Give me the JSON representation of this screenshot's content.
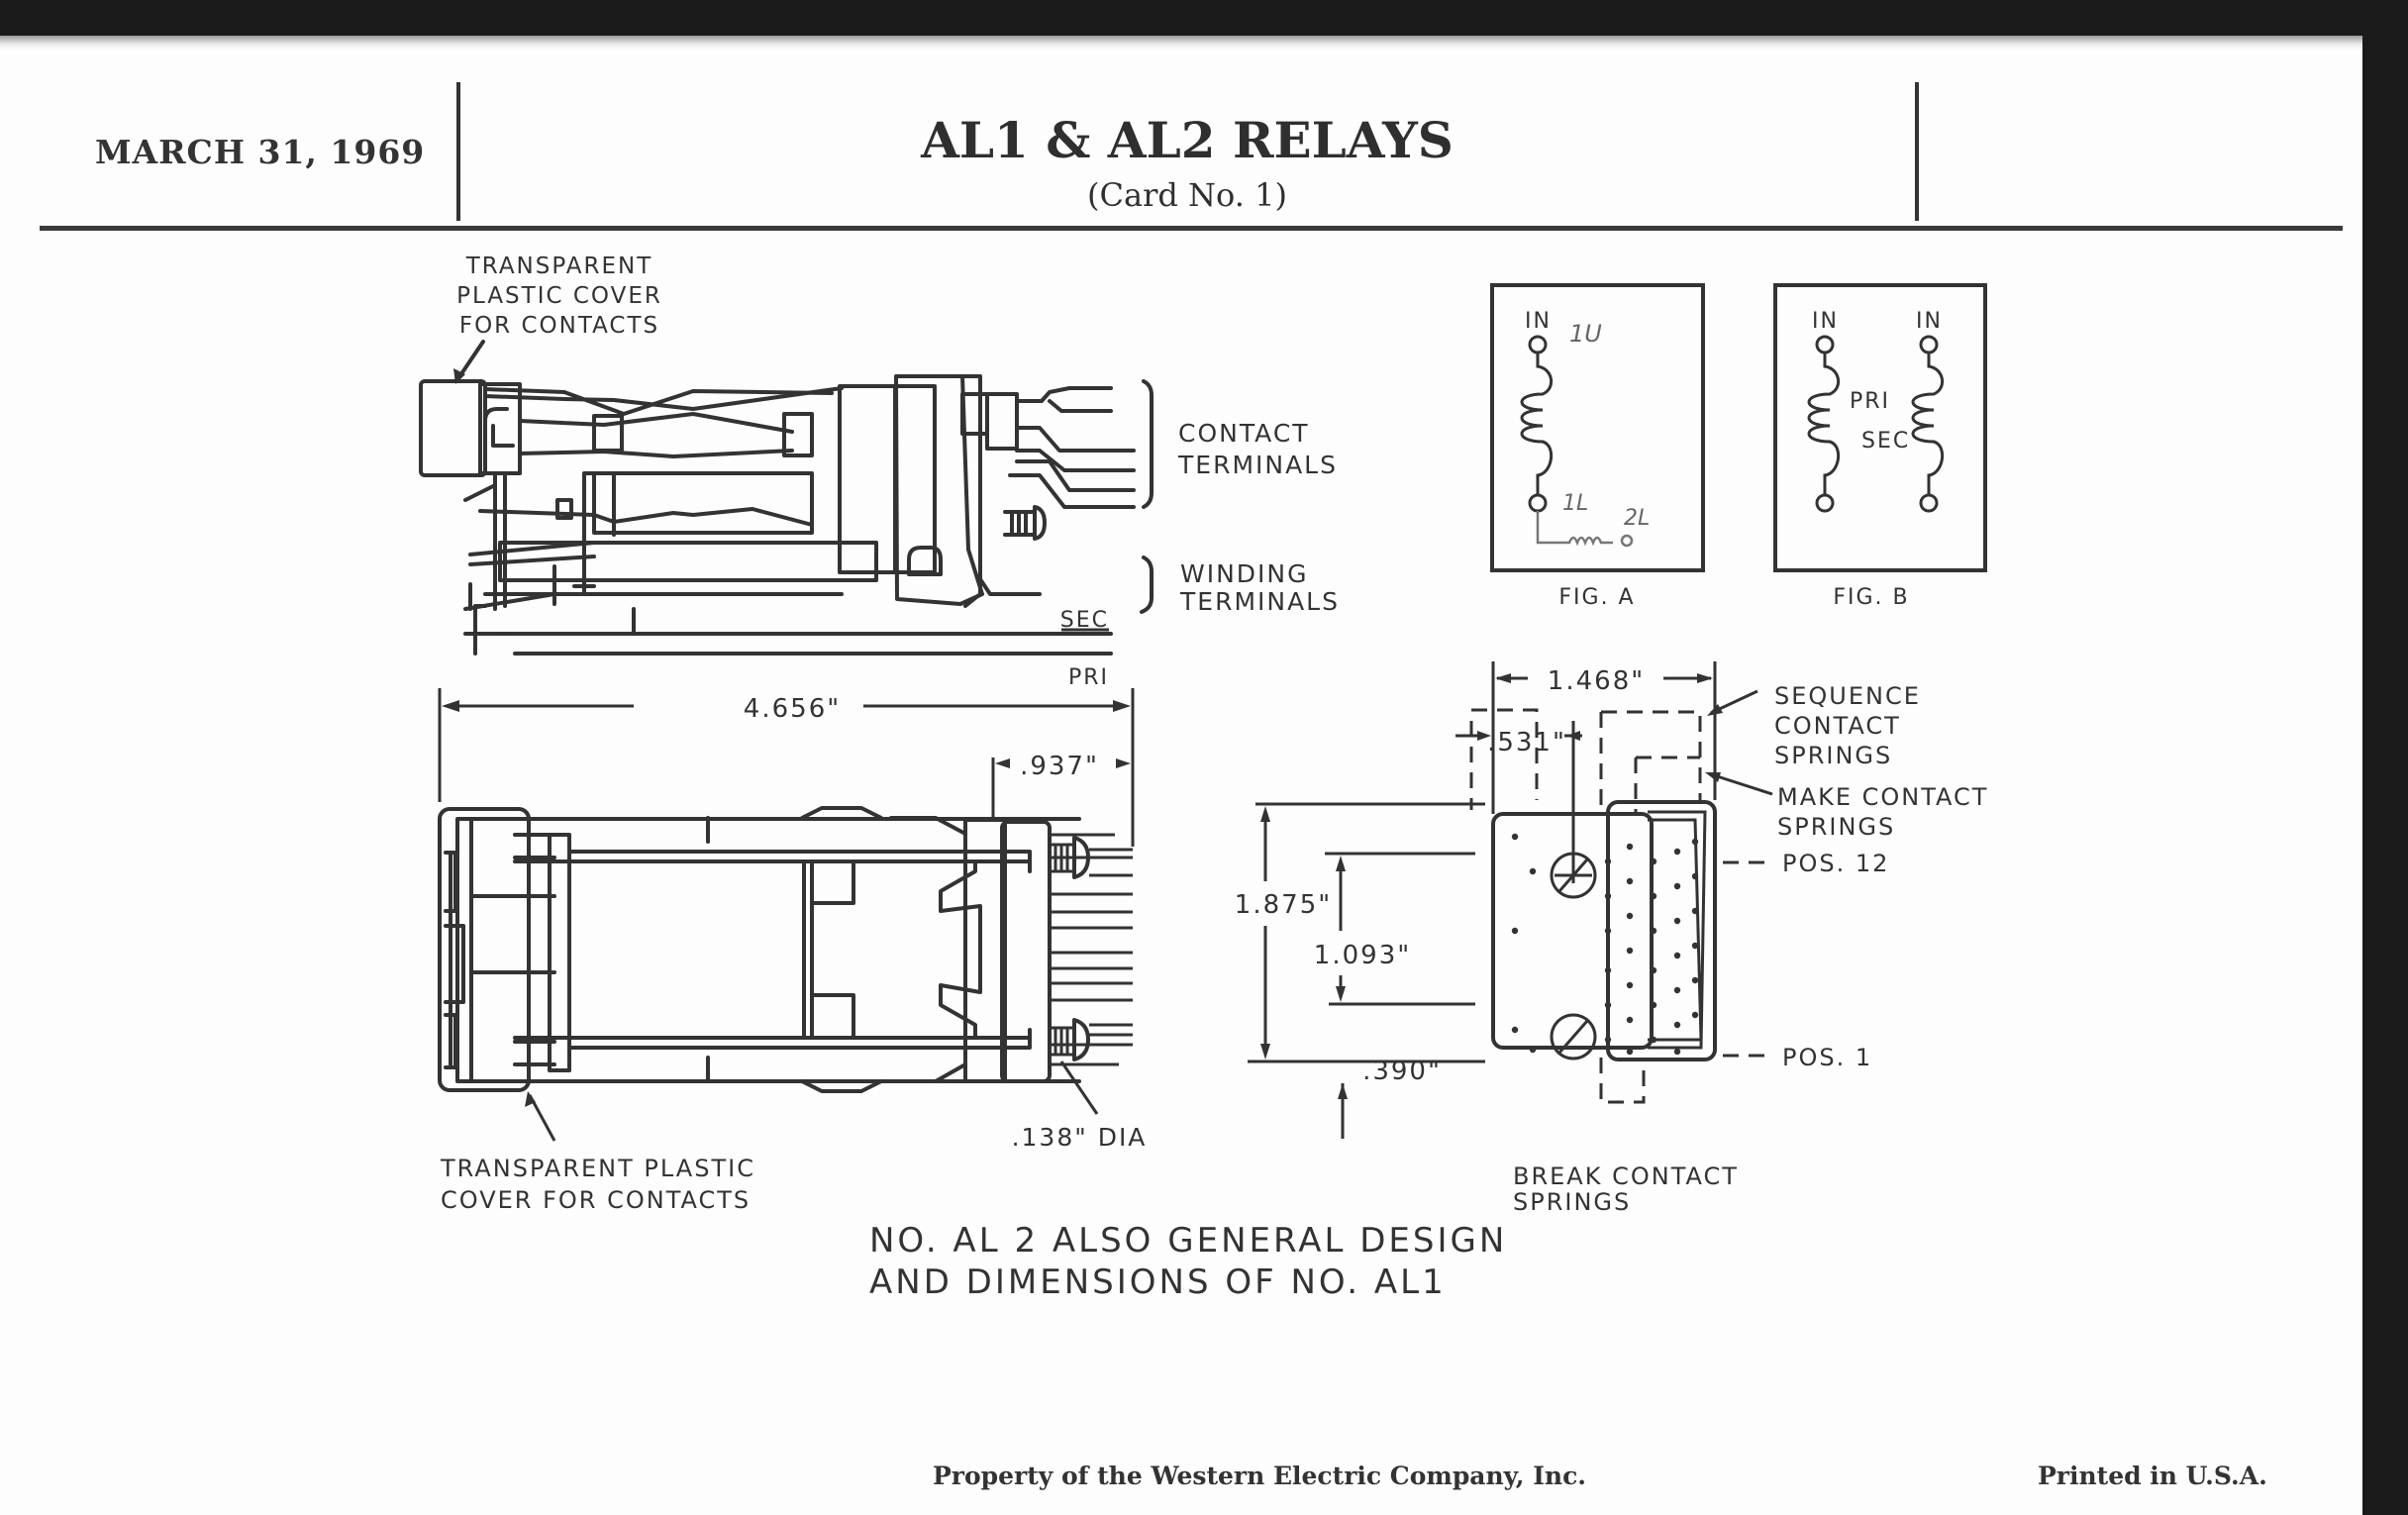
{
  "header": {
    "date": "MARCH 31, 1969",
    "title": "AL1 & AL2 RELAYS",
    "subtitle": "(Card No. 1)"
  },
  "side_view": {
    "cover_label": [
      "TRANSPARENT",
      "PLASTIC COVER",
      "FOR CONTACTS"
    ],
    "contact_terminals_label": [
      "CONTACT",
      "TERMINALS"
    ],
    "winding_terminals_label": [
      "WINDING",
      "TERMINALS"
    ],
    "sec_label": "SEC",
    "pri_label": "PRI"
  },
  "fig_a": {
    "caption": "FIG. A",
    "in_label": "IN",
    "handwritten": {
      "top": "1U",
      "bottom": "1L",
      "extra": "2L"
    }
  },
  "fig_b": {
    "caption": "FIG. B",
    "in_left": "IN",
    "in_right": "IN",
    "pri_label": "PRI",
    "sec_label": "SEC"
  },
  "top_view": {
    "overall_length": "4.656\"",
    "terminal_length": ".937\"",
    "screw_dia": ".138\" DIA",
    "cover_label": [
      "TRANSPARENT PLASTIC",
      "COVER FOR CONTACTS"
    ]
  },
  "end_view": {
    "width": "1.468\"",
    "offset": ".531\"",
    "height": "1.875\"",
    "hole_spacing": "1.093\"",
    "bottom_offset": ".390\"",
    "sequence_label": [
      "SEQUENCE",
      "CONTACT",
      "SPRINGS"
    ],
    "make_label": [
      "MAKE CONTACT",
      "SPRINGS"
    ],
    "break_label": [
      "BREAK CONTACT",
      "SPRINGS"
    ],
    "pos_top": "POS. 12",
    "pos_bottom": "POS. 1"
  },
  "note": [
    "NO. AL 2  ALSO  GENERAL  DESIGN",
    "AND  DIMENSIONS OF NO. AL1"
  ],
  "footer": {
    "property": "Property of the Western Electric Company, Inc.",
    "printed": "Printed in U.S.A."
  }
}
